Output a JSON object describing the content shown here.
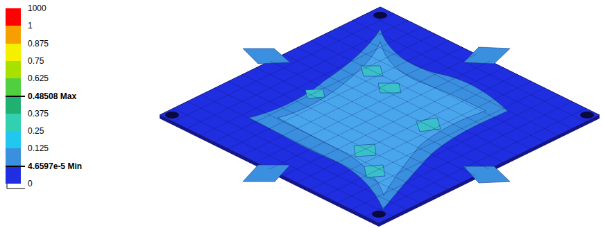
{
  "diagram": {
    "legend": [
      {
        "text": "1000",
        "color": "#ff0000"
      },
      {
        "text": "1",
        "color": "#f5a000"
      },
      {
        "text": "0.875",
        "color": "#f5f000"
      },
      {
        "text": "0.75",
        "color": "#a8e000"
      },
      {
        "text": "0.625",
        "color": "#50d040"
      },
      {
        "text": "0.48508 Max",
        "color": "#20b070"
      },
      {
        "text": "0.375",
        "color": "#30d0b0"
      },
      {
        "text": "0.25",
        "color": "#20c8f0"
      },
      {
        "text": "0.125",
        "color": "#3a8fde"
      },
      {
        "text": "4.6597e-5 Min",
        "color": "#1f2ee0"
      },
      {
        "text": "0"
      }
    ]
  }
}
